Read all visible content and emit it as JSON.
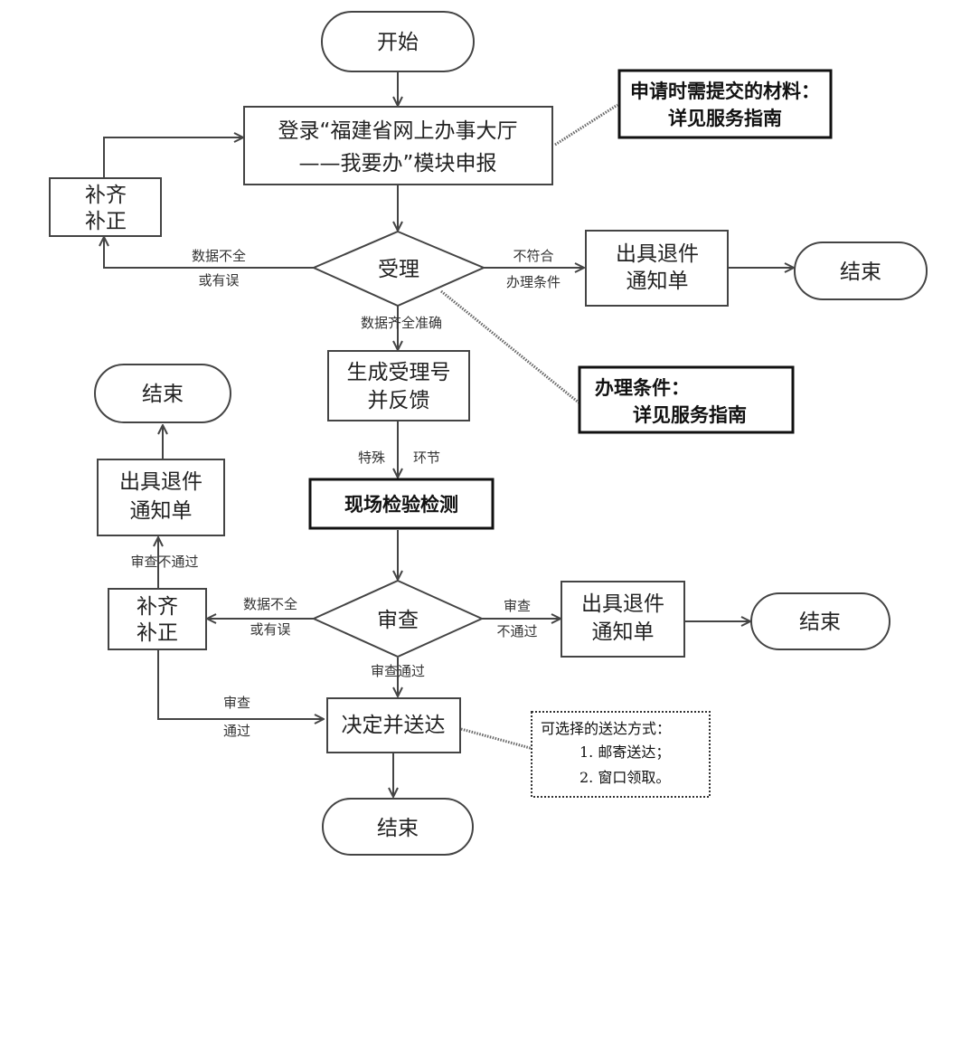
{
  "nodes": {
    "start": "开始",
    "login": [
      "登录“福建省网上办事大厅",
      "——我要办”模块申报"
    ],
    "materials_note": [
      "申请时需提交的材料：",
      "详见服务指南"
    ],
    "supplement_top": [
      "补齐",
      "补正"
    ],
    "accept": "受理",
    "reject_top": [
      "出具退件",
      "通知单"
    ],
    "end_top_right": "结束",
    "generate": [
      "生成受理号",
      "并反馈"
    ],
    "conditions_note": [
      "办理条件：",
      "详见服务指南"
    ],
    "end_left": "结束",
    "reject_left": [
      "出具退件",
      "通知单"
    ],
    "onsite": "现场检验检测",
    "supplement_mid": [
      "补齐",
      "补正"
    ],
    "review": "审查",
    "reject_mid": [
      "出具退件",
      "通知单"
    ],
    "end_mid_right": "结束",
    "decide": "决定并送达",
    "delivery_note": [
      "可选择的送达方式：",
      "1. 邮寄送达；",
      "2. 窗口领取。"
    ],
    "end_bottom": "结束"
  },
  "edges": {
    "accept_incomplete": [
      "数据不全",
      "或有误"
    ],
    "accept_not_meet": [
      "不符合",
      "办理条件"
    ],
    "accept_ok": "数据齐全准确",
    "special": [
      "特殊",
      "环节"
    ],
    "review_fail_up": "审查不通过",
    "review_incomplete": [
      "数据不全",
      "或有误"
    ],
    "review_fail_right": [
      "审查",
      "不通过"
    ],
    "review_pass": "审查通过",
    "supplement_pass": [
      "审查",
      "通过"
    ]
  }
}
